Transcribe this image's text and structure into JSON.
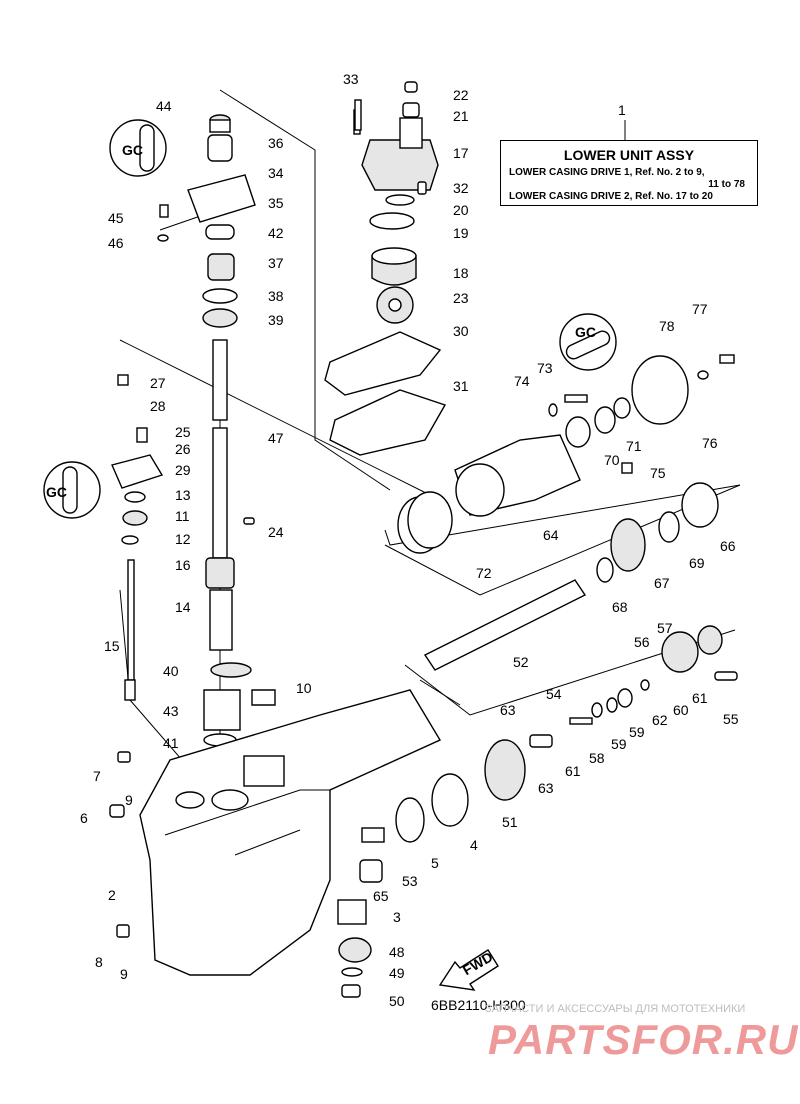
{
  "title_box": {
    "heading": "LOWER UNIT ASSY",
    "line1": "LOWER CASING DRIVE 1,  Ref. No. 2 to 9,",
    "line2": "11 to 78",
    "line3": "LOWER CASING DRIVE 2,  Ref. No. 17 to 20"
  },
  "drawing_code": "6BB2110-H300",
  "fwd_label": "FWD",
  "watermark": {
    "caption": "ЗАПЧАСТИ И АКСЕССУАРЫ ДЛЯ МОТОТЕХНИКИ",
    "logo": "PARTSFOR.RU"
  },
  "callouts": [
    "1",
    "2",
    "3",
    "4",
    "5",
    "6",
    "7",
    "8",
    "9",
    "9",
    "10",
    "11",
    "12",
    "13",
    "14",
    "15",
    "16",
    "17",
    "18",
    "19",
    "20",
    "21",
    "22",
    "23",
    "24",
    "25",
    "26",
    "27",
    "28",
    "29",
    "30",
    "31",
    "32",
    "33",
    "34",
    "35",
    "36",
    "37",
    "38",
    "39",
    "40",
    "41",
    "42",
    "43",
    "44",
    "45",
    "46",
    "47",
    "48",
    "49",
    "50",
    "51",
    "52",
    "53",
    "54",
    "55",
    "56",
    "57",
    "58",
    "59",
    "59",
    "60",
    "61",
    "61",
    "62",
    "63",
    "63",
    "64",
    "65",
    "66",
    "67",
    "68",
    "69",
    "70",
    "71",
    "72",
    "73",
    "74",
    "75",
    "76",
    "77",
    "78"
  ],
  "sealant_icons": [
    "GC",
    "GC",
    "GC"
  ]
}
